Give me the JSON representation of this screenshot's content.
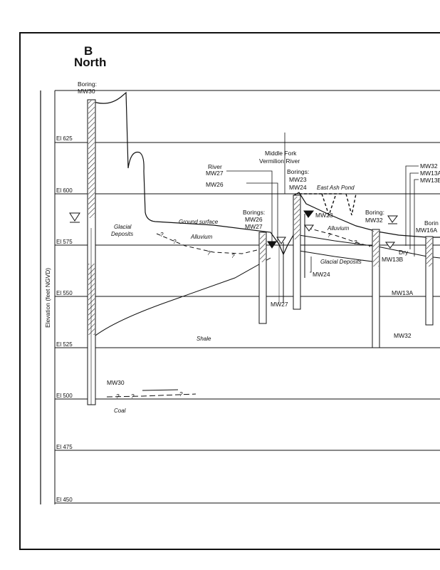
{
  "section": {
    "letter": "B",
    "direction": "North"
  },
  "axis": {
    "title": "Elevation (feet NGVD)",
    "elevations": [
      "El 625",
      "El 600",
      "El 575",
      "El 550",
      "El 525",
      "El 500",
      "El 475",
      "El 450"
    ]
  },
  "labels": {
    "boring_top": "Boring:",
    "boring_top_id": "MW30",
    "river_title_1": "Middle Fork",
    "river_title_2": "Vermilion River",
    "river": "River",
    "river_mw27": "MW27",
    "mw26_callout": "MW26",
    "borings_a": "Borings:",
    "borings_a_1": "MW23",
    "borings_a_2": "MW24",
    "east_ash_pond": "East Ash Pond",
    "mw32_callout": "MW32",
    "mw13a_callout": "MW13A",
    "mw13b_callout": "MW13B",
    "glacial": "Glacial",
    "deposits": "Deposits",
    "ground_surface": "Ground surface",
    "alluvium_left": "Alluvium",
    "borings_b": "Borings:",
    "borings_b_1": "MW26",
    "borings_b_2": "MW27",
    "mw23": "MW23",
    "boring_mw32_title": "Boring:",
    "boring_mw32_id": "MW32",
    "boring_right_title": "Borin",
    "boring_right_id": "MW16A",
    "alluvium_right": "Alluvium",
    "dry": "Dry",
    "mw13b": "MW13B",
    "glacial_deposits": "Glacial Deposits",
    "mw24": "MW24",
    "mw27_bottom": "MW27",
    "mw13a": "MW13A",
    "shale": "Shale",
    "mw32_bottom": "MW32",
    "mw30": "MW30",
    "coal": "Coal",
    "q": "?"
  }
}
